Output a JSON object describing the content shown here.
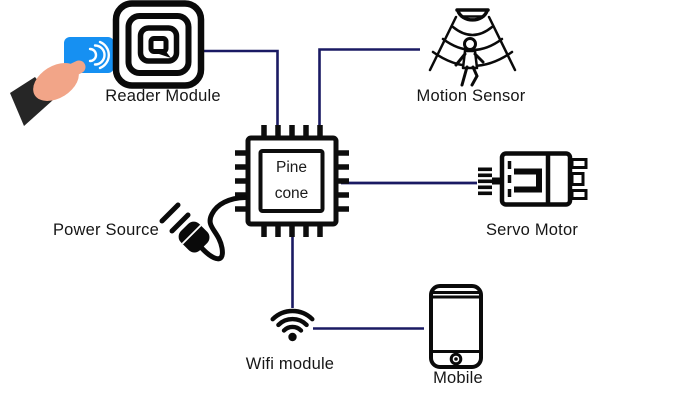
{
  "diagram": {
    "background": "#ffffff",
    "wire_color": "#1a1a63",
    "icon_color": "#0a0a0a",
    "card_color": "#1690f2",
    "skin_color": "#f2a588",
    "sleeve_color": "#262626",
    "nodes": {
      "chip": {
        "label": "Pine\ncone"
      },
      "reader": {
        "label": "Reader Module"
      },
      "motion": {
        "label": "Motion Sensor"
      },
      "servo": {
        "label": "Servo Motor"
      },
      "power": {
        "label": "Power Source"
      },
      "wifi": {
        "label": "Wifi module"
      },
      "mobile": {
        "label": "Mobile"
      }
    },
    "connections": [
      {
        "from": "Reader Module",
        "to": "Pine cone"
      },
      {
        "from": "Motion Sensor",
        "to": "Pine cone"
      },
      {
        "from": "Pine cone",
        "to": "Servo Motor"
      },
      {
        "from": "Power Source",
        "to": "Pine cone"
      },
      {
        "from": "Pine cone",
        "to": "Wifi module"
      },
      {
        "from": "Wifi module",
        "to": "Mobile"
      }
    ]
  }
}
